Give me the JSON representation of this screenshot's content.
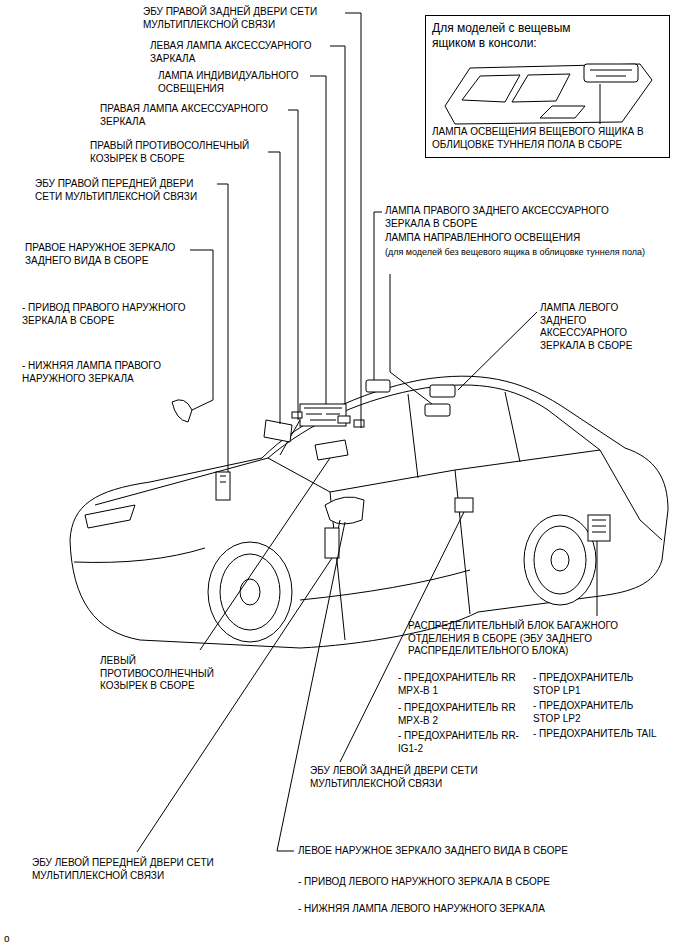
{
  "diagram": {
    "nodes": [
      {
        "text": [
          "Для моделей с вещевым ящиком в консоли:",
          "ЛАМПА ОСВЕЩЕНИЯ ВЕЩЕВОГО ЯЩИКА В ОБЛИЦОВКЕ ТУННЕЛЯ ПОЛА В СБОРЕ"
        ]
      }
    ],
    "labels": [
      "ЭБУ ПРАВОЙ ЗАДНЕЙ ДВЕРИ СЕТИ МУЛЬТИПЛЕКСНОЙ СВЯЗИ",
      "ЛЕВАЯ ЛАМПА АКСЕССУАРНОГО ЗАРКАЛА",
      "ЛАМПА ИНДИВИДУАЛЬНОГО ОСВЕЩЕНИЯ",
      "ПРАВАЯ ЛАМПА АКСЕССУАРНОГО ЗЕРКАЛА",
      "ПРАВЫЙ ПРОТИВОСОЛНЕЧНЫЙ КОЗЫРЕК В СБОРЕ",
      "ЭБУ ПРАВОЙ ПЕРЕДНЕЙ ДВЕРИ СЕТИ МУЛЬТИПЛЕКСНОЙ СВЯЗИ",
      "ПРАВОЕ НАРУЖНОЕ ЗЕРКАЛО ЗАДНЕГО ВИДА В СБОРЕ",
      "- ПРИВОД ПРАВОГО НАРУЖНОГО ЗЕРКАЛА В СБОРЕ",
      "- НИЖНЯЯ ЛАМПА ПРАВОГО НАРУЖНОГО ЗЕРКАЛА",
      "ЛАМПА ПРАВОГО ЗАДНЕГО АКСЕССУАРНОГО ЗЕРКАЛА В СБОРЕ",
      "ЛАМПА НАПРАВЛЕННОГО ОСВЕЩЕНИЯ",
      "(для моделей без вещевого ящика в облицовке туннеля пола)",
      "ЛАМПА ЛЕВОГО ЗАДНЕГО АКСЕССУАРНОГО ЗЕРКАЛА В СБОРЕ",
      "РАСПРЕДЕЛИТЕЛЬНЫЙ БЛОК БАГАЖНОГО ОТДЕЛЕНИЯ В СБОРЕ (ЭБУ ЗАДНЕГО РАСПРЕДЕЛИТЕЛЬНОГО БЛОКА)",
      "ЛЕВЫЙ ПРОТИВОСОЛНЕЧНЫЙ КОЗЫРЕК В СБОРЕ",
      "- ПРЕДОХРАНИТЕЛЬ RR MPX-B 1",
      "- ПРЕДОХРАНИТЕЛЬ RR MPX-B 2",
      "- ПРЕДОХРАНИТЕЛЬ RR-IG1-2",
      "- ПРЕДОХРАНИТЕЛЬ STOP LP1",
      "- ПРЕДОХРАНИТЕЛЬ STOP LP2",
      "- ПРЕДОХРАНИТЕЛЬ TAIL",
      "ЭБУ ЛЕВОЙ ЗАДНЕЙ ДВЕРИ СЕТИ МУЛЬТИПЛЕКСНОЙ СВЯЗИ",
      "ЛЕВОЕ НАРУЖНОЕ ЗЕРКАЛО ЗАДНЕГО ВИДА В СБОРЕ",
      "ЭБУ ЛЕВОЙ ПЕРЕДНЕЙ ДВЕРИ СЕТИ МУЛЬТИПЛЕКСНОЙ СВЯЗИ",
      "- ПРИВОД ЛЕВОГО НАРУЖНОГО ЗЕРКАЛА В СБОРЕ",
      "- НИЖНЯЯ ЛАМПА ЛЕВОГО НАРУЖНОГО ЗЕРКАЛА",
      "o"
    ]
  }
}
